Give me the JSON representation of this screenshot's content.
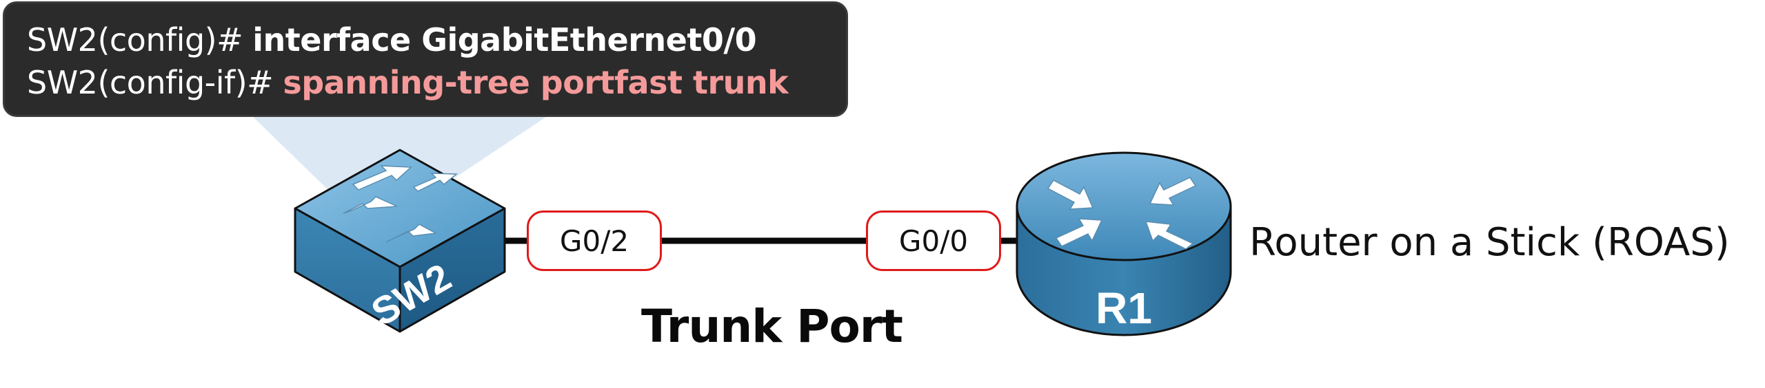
{
  "cli": {
    "lines": [
      {
        "prompt": "SW2(config)# ",
        "command": "interface GigabitEthernet0/0"
      },
      {
        "prompt": "SW2(config-if)# ",
        "command": "spanning-tree portfast trunk"
      }
    ],
    "highlight_color": "#f59a9a"
  },
  "devices": {
    "switch": {
      "name": "SW2",
      "port": "G0/2"
    },
    "router": {
      "name": "R1",
      "port": "G0/0",
      "description": "Router on a Stick (ROAS)"
    }
  },
  "link": {
    "label": "Trunk Port"
  },
  "colors": {
    "device_blue": "#3d8ab5",
    "device_dark": "#1f5f86",
    "port_border": "#e01a1a",
    "callout_bg": "#2b2b2b",
    "beam": "#dce9f4"
  }
}
